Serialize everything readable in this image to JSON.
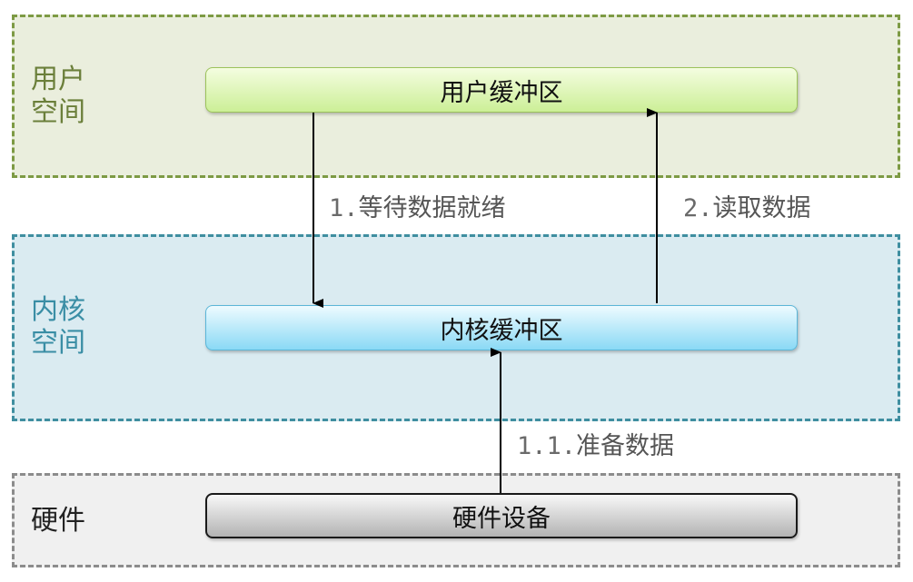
{
  "zones": {
    "user_space": {
      "label": "用户\n空间",
      "color": "#7d9a44"
    },
    "kernel_space": {
      "label": "内核\n空间",
      "color": "#3f8ea0"
    },
    "hardware": {
      "label": "硬件",
      "color": "#8c8c8c"
    }
  },
  "boxes": {
    "user_buffer": "用户缓冲区",
    "kernel_buffer": "内核缓冲区",
    "hardware_device": "硬件设备"
  },
  "edges": {
    "wait_for_data": {
      "num": "1.",
      "text": "等待数据就绪"
    },
    "read_data": {
      "num": "2.",
      "text": "读取数据"
    },
    "prepare_data": {
      "num": "1.1.",
      "text": "准备数据"
    }
  }
}
